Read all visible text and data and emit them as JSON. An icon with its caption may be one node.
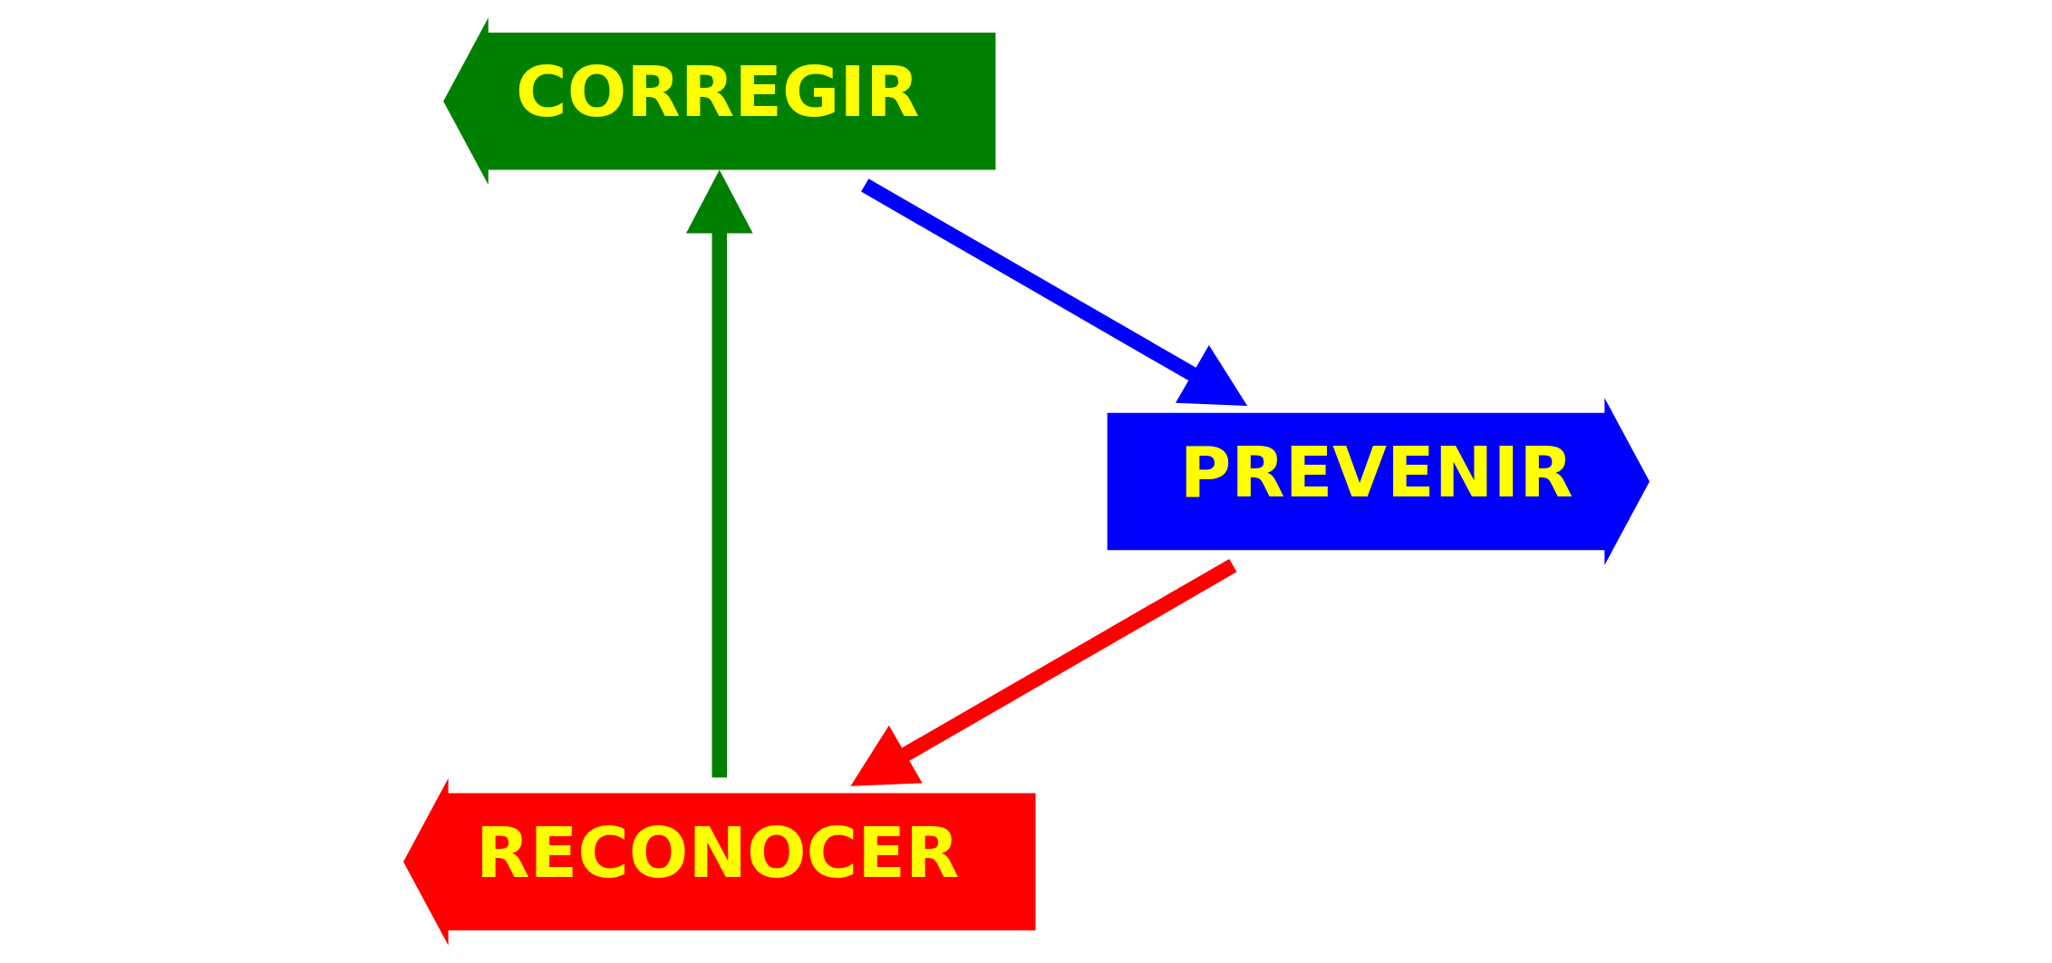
{
  "diagram": {
    "nodes": [
      {
        "text": [
          "RECONOCER"
        ]
      },
      {
        "text": [
          "PREVENIR"
        ]
      },
      {
        "text": [
          "CORREGIR"
        ]
      }
    ],
    "edges": [
      {
        "from": 0,
        "to": 2,
        "arrow": "to",
        "color": "#008000"
      },
      {
        "from": 2,
        "to": 1,
        "arrow": "to",
        "color": "#0000ff"
      },
      {
        "from": 1,
        "to": 0,
        "arrow": "to",
        "color": "#ff0000"
      }
    ]
  }
}
